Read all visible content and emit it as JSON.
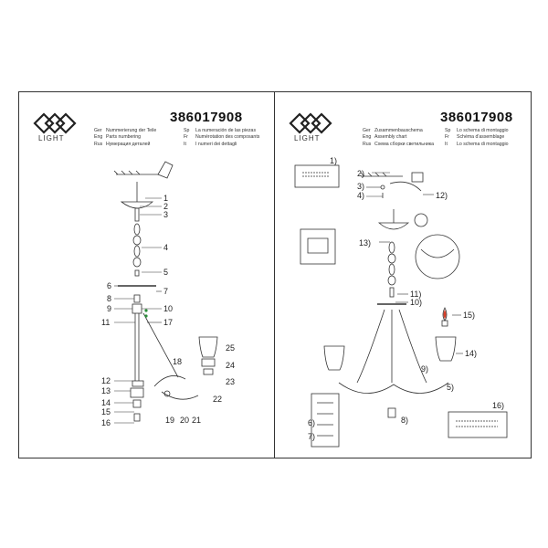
{
  "left": {
    "brand": "LIGHT",
    "code": "386017908",
    "legend": [
      {
        "lang": "Ger",
        "text": "Nummerierung der Teile"
      },
      {
        "lang": "Eng",
        "text": "Parts numbering"
      },
      {
        "lang": "Rus",
        "text": "Нумерация деталей"
      },
      {
        "lang": "Sp",
        "text": "La numeración de las piezas"
      },
      {
        "lang": "Fr",
        "text": "Numérotation des composants"
      },
      {
        "lang": "It",
        "text": "I numeri dei dettagli"
      }
    ],
    "labels": {
      "l1": "1",
      "l2": "2",
      "l3": "3",
      "l4": "4",
      "l5": "5",
      "l6": "6",
      "l7": "7",
      "l8": "8",
      "l9": "9",
      "l10": "10",
      "l11": "11",
      "l12": "12",
      "l13": "13",
      "l14": "14",
      "l15": "15",
      "l16": "16",
      "l17": "17",
      "l18": "18",
      "l19": "19",
      "l20": "20",
      "l21": "21",
      "l22": "22",
      "l23": "23",
      "l24": "24",
      "l25": "25"
    }
  },
  "right": {
    "code": "386017908",
    "legend": [
      {
        "lang": "Ger",
        "text": "Zusammenbauschema"
      },
      {
        "lang": "Eng",
        "text": "Assembly chart"
      },
      {
        "lang": "Rus",
        "text": "Схема сборки светильника"
      },
      {
        "lang": "Sp",
        "text": "Lo schema di montaggio"
      },
      {
        "lang": "Fr",
        "text": "Schéma d'assemblage"
      },
      {
        "lang": "It",
        "text": "Lo schema di montaggio"
      }
    ],
    "labels": {
      "r1": "1)",
      "r2": "2)",
      "r3": "3)",
      "r4": "4)",
      "r5": "5)",
      "r6": "6)",
      "r7": "7)",
      "r8": "8)",
      "r9": "9)",
      "r10": "10)",
      "r11": "11)",
      "r12": "12)",
      "r13": "13)",
      "r14": "14)",
      "r15": "15)",
      "r16": "16)"
    }
  }
}
